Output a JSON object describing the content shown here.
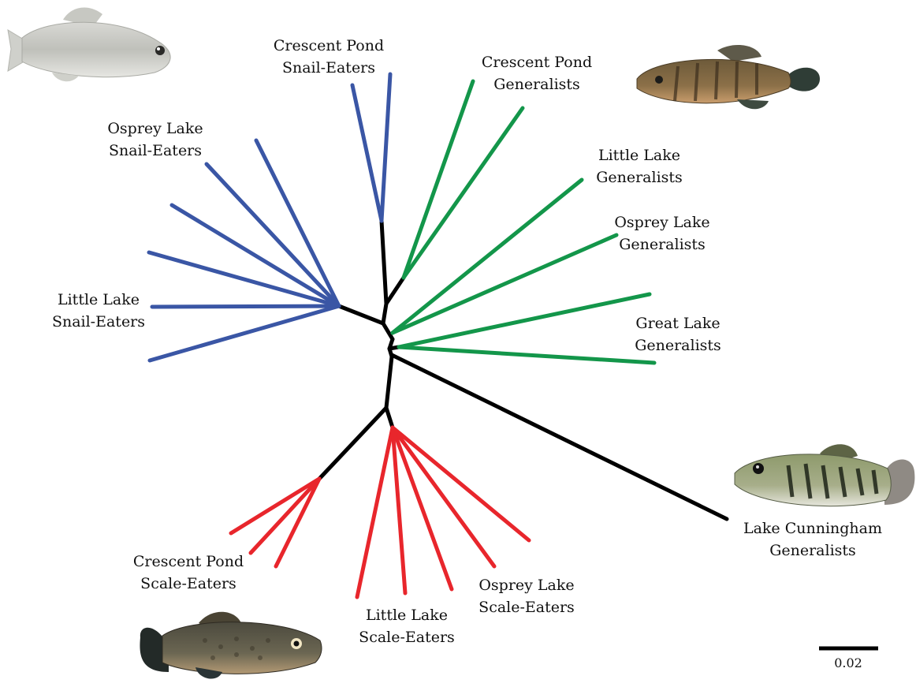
{
  "labels": {
    "crescent_snail": [
      "Crescent Pond",
      "Snail-Eaters"
    ],
    "osprey_snail": [
      "Osprey Lake",
      "Snail-Eaters"
    ],
    "little_snail": [
      "Little Lake",
      "Snail-Eaters"
    ],
    "crescent_gen": [
      "Crescent Pond",
      "Generalists"
    ],
    "little_gen": [
      "Little Lake",
      "Generalists"
    ],
    "osprey_gen": [
      "Osprey Lake",
      "Generalists"
    ],
    "great_gen": [
      "Great Lake",
      "Generalists"
    ],
    "cunningham_gen": [
      "Lake Cunningham",
      "Generalists"
    ],
    "crescent_scale": [
      "Crescent Pond",
      "Scale-Eaters"
    ],
    "little_scale": [
      "Little Lake",
      "Scale-Eaters"
    ],
    "osprey_scale": [
      "Osprey Lake",
      "Scale-Eaters"
    ]
  },
  "scale_bar": {
    "label": "0.02"
  },
  "colors": {
    "snail_eaters": "#3a56a5",
    "generalists": "#13964a",
    "scale_eaters": "#e8262c",
    "backbone": "#000000"
  },
  "images": [
    "silver-pupfish-icon",
    "brown-striped-pupfish-icon",
    "green-barred-pupfish-icon",
    "dark-scale-eater-pupfish-icon"
  ]
}
